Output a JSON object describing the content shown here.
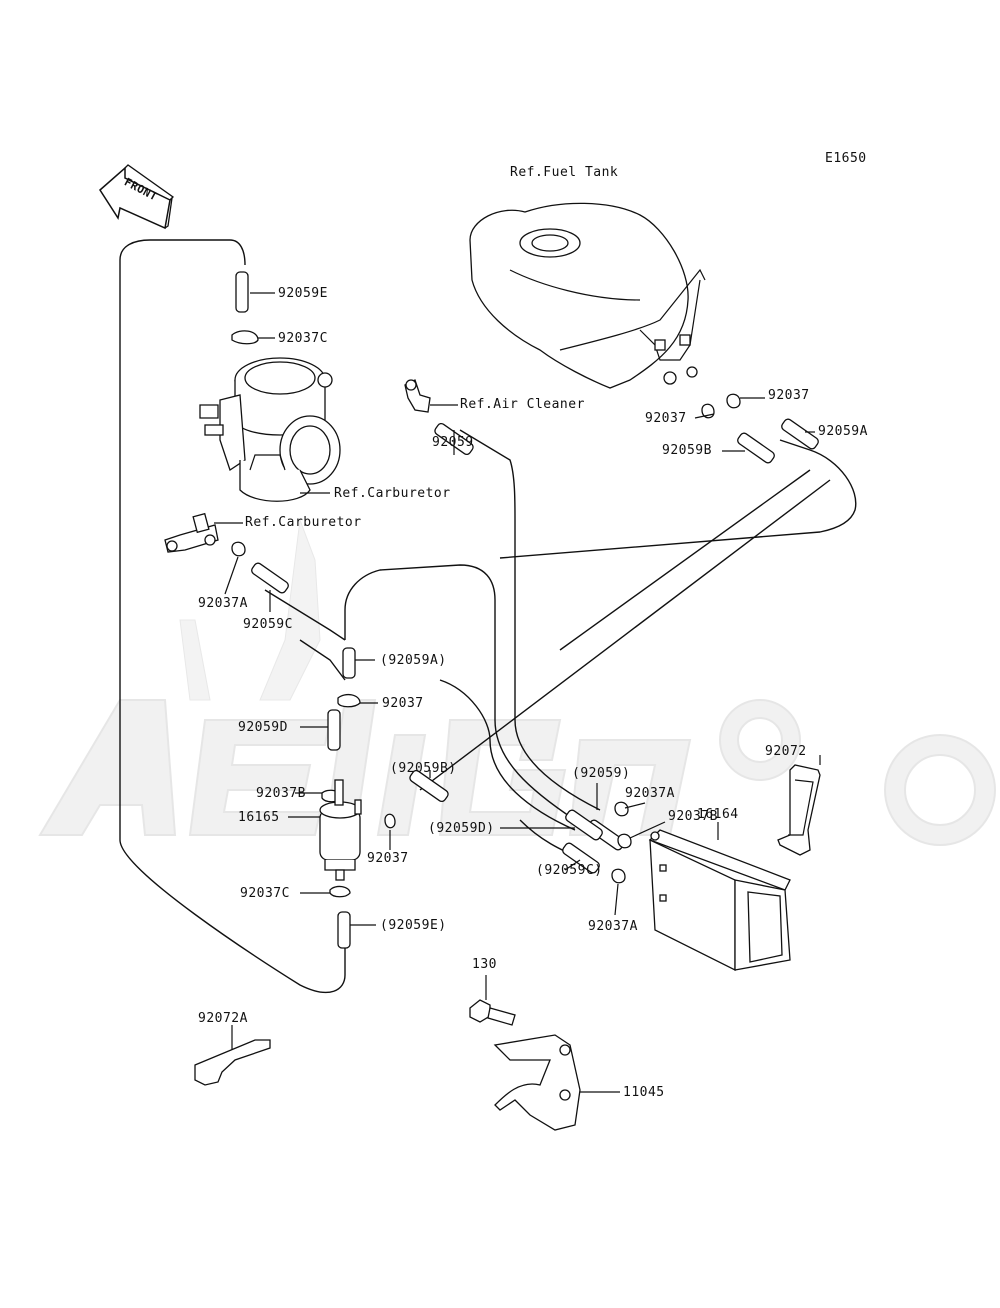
{
  "diagram_code": "E1650",
  "front_arrow": {
    "text": "FRONT",
    "icon": "front-direction-arrow-icon"
  },
  "watermark": {
    "text": "AeliAgno"
  },
  "labels": {
    "ref_fuel_tank": "Ref.Fuel Tank",
    "p_92059E": "92059E",
    "p_92037C": "92037C",
    "ref_air_cleaner": "Ref.Air Cleaner",
    "p_92037_top": "92037",
    "p_92037_mid": "92037",
    "p_92059A": "92059A",
    "p_92059B": "92059B",
    "p_92059": "92059",
    "ref_carburetor_1": "Ref.Carburetor",
    "ref_carburetor_2": "Ref.Carburetor",
    "p_92037A": "92037A",
    "p_92059C": "92059C",
    "p_92059A_paren": "(92059A)",
    "p_92037_c": "92037",
    "p_92059D": "92059D",
    "p_92059B_paren": "(92059B)",
    "p_92059_paren": "(92059)",
    "p_92037A_r": "92037A",
    "p_92072": "92072",
    "p_92037B": "92037B",
    "p_92037B_r": "92037B",
    "p_16164": "16164",
    "p_16165": "16165",
    "p_92059D_paren": "(92059D)",
    "p_92037_b": "92037",
    "p_92059C_paren": "(92059C)",
    "p_92037C_b": "92037C",
    "p_92059E_paren": "(92059E)",
    "p_92037A_b": "92037A",
    "p_130": "130",
    "p_92072A": "92072A",
    "p_11045": "11045"
  }
}
